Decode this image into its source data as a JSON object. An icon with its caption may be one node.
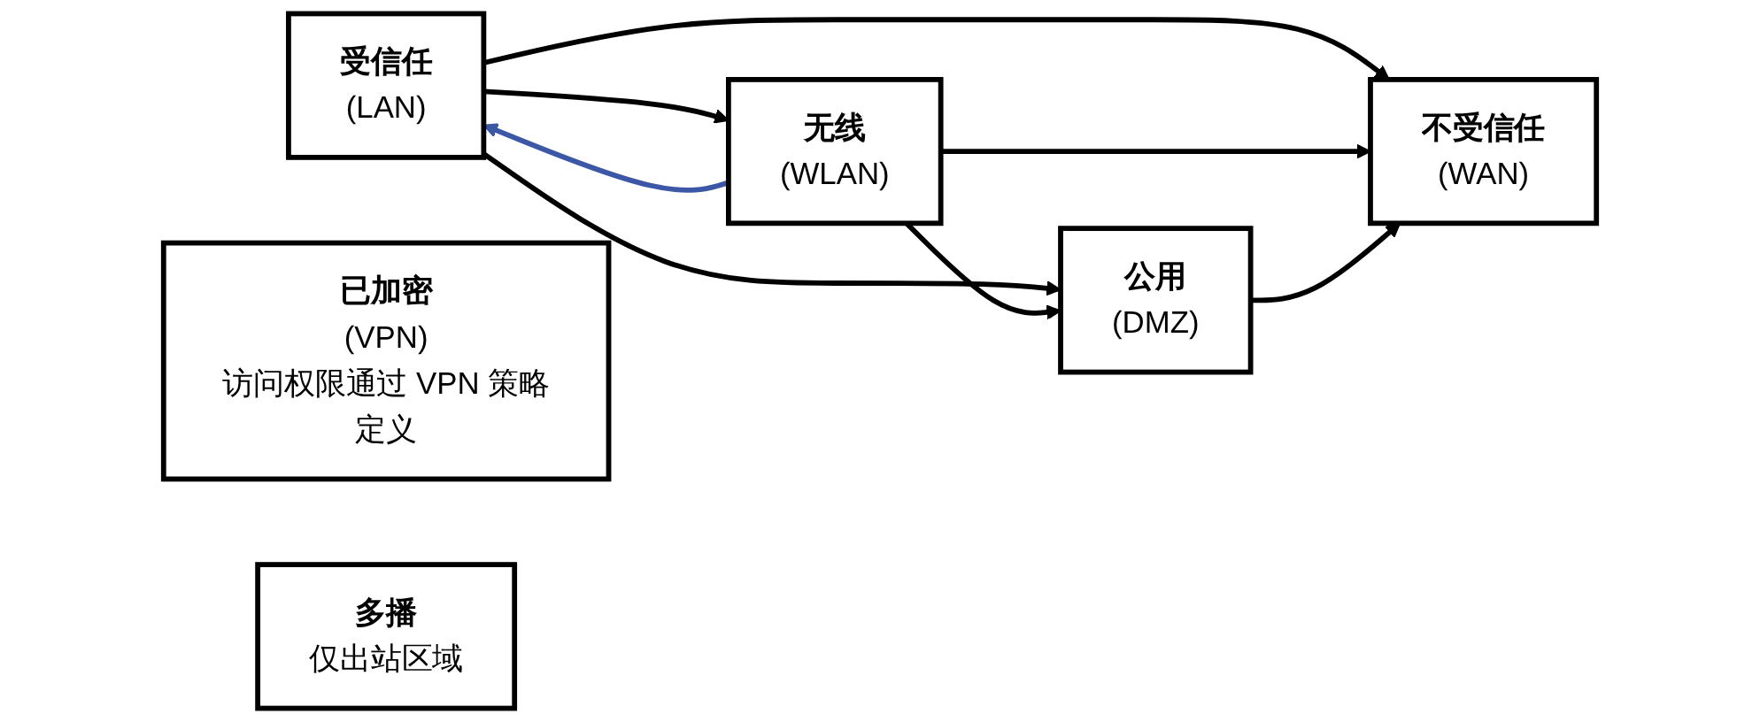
{
  "diagram": {
    "nodes": [
      {
        "text": [
          "不受信任",
          "(WAN)"
        ]
      },
      {
        "text": [
          "受信任",
          "(LAN)"
        ]
      },
      {
        "text": [
          "已加密",
          "(VPN)",
          "访问权限通过 VPN 策略定义"
        ]
      },
      {
        "text": [
          "多播",
          "仅出站区域"
        ]
      },
      {
        "text": [
          "无线",
          "(WLAN)"
        ]
      },
      {
        "text": [
          "公用",
          "(DMZ)"
        ]
      }
    ],
    "edges": [
      {
        "from": 1,
        "to": 0,
        "arrow": "to"
      },
      {
        "from": 1,
        "to": 5,
        "arrow": "to"
      },
      {
        "from": 4,
        "to": 0,
        "arrow": "to"
      },
      {
        "from": 4,
        "to": 5,
        "arrow": "to"
      },
      {
        "from": 5,
        "to": 0,
        "arrow": "to"
      },
      {
        "from": 1,
        "to": 4,
        "arrow": "to"
      },
      {
        "from": 4,
        "to": 1,
        "arrow": "to",
        "color": "#3b57a5"
      }
    ]
  }
}
